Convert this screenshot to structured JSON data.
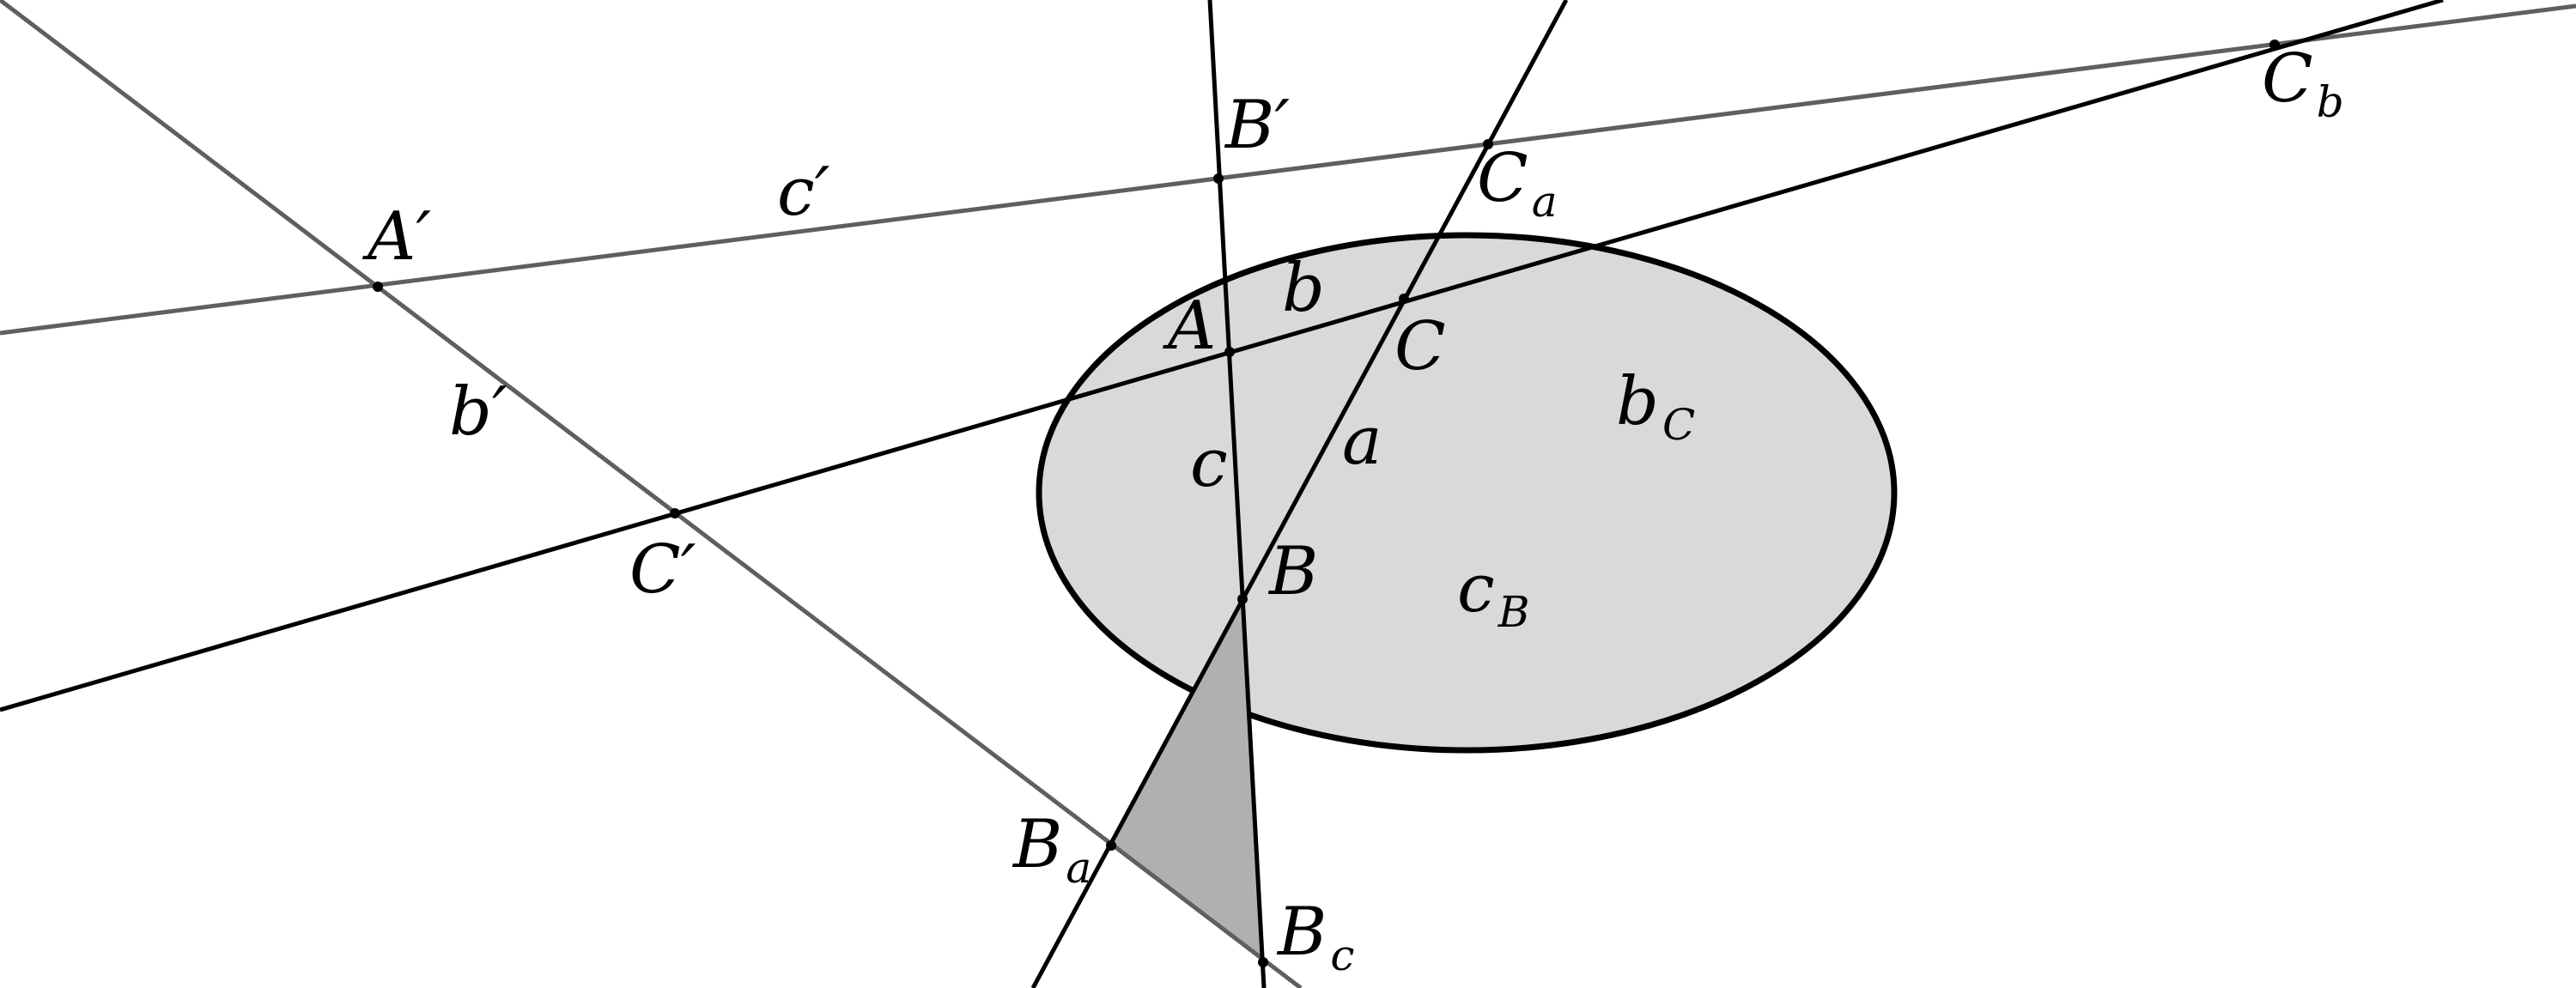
{
  "figure": {
    "description_colors": {
      "ellipse_fill": "#d9d9d9",
      "shaded_triangle_fill": "#b0b0b0",
      "black_lines": "#000000",
      "gray_lines": "#5f5f5f"
    },
    "points": [
      {
        "key": "A_prime",
        "base": "A",
        "prime": "′",
        "sub": ""
      },
      {
        "key": "B_prime",
        "base": "B",
        "prime": "′",
        "sub": ""
      },
      {
        "key": "C_prime",
        "base": "C",
        "prime": "′",
        "sub": ""
      },
      {
        "key": "A",
        "base": "A",
        "prime": "",
        "sub": ""
      },
      {
        "key": "B",
        "base": "B",
        "prime": "",
        "sub": ""
      },
      {
        "key": "C",
        "base": "C",
        "prime": "",
        "sub": ""
      },
      {
        "key": "C_a",
        "base": "C",
        "prime": "",
        "sub": "a"
      },
      {
        "key": "C_b",
        "base": "C",
        "prime": "",
        "sub": "b"
      },
      {
        "key": "B_a",
        "base": "B",
        "prime": "",
        "sub": "a"
      },
      {
        "key": "B_c",
        "base": "B",
        "prime": "",
        "sub": "c"
      }
    ],
    "lines": [
      {
        "key": "a",
        "base": "a",
        "prime": "",
        "sub": ""
      },
      {
        "key": "b",
        "base": "b",
        "prime": "",
        "sub": ""
      },
      {
        "key": "c",
        "base": "c",
        "prime": "",
        "sub": ""
      },
      {
        "key": "a_prime_b",
        "base": "b",
        "prime": "′",
        "sub": ""
      },
      {
        "key": "c_prime",
        "base": "c",
        "prime": "′",
        "sub": ""
      }
    ],
    "regions": [
      {
        "key": "b_C",
        "base": "b",
        "prime": "",
        "sub": "C"
      },
      {
        "key": "c_B",
        "base": "c",
        "prime": "",
        "sub": "B"
      }
    ]
  }
}
